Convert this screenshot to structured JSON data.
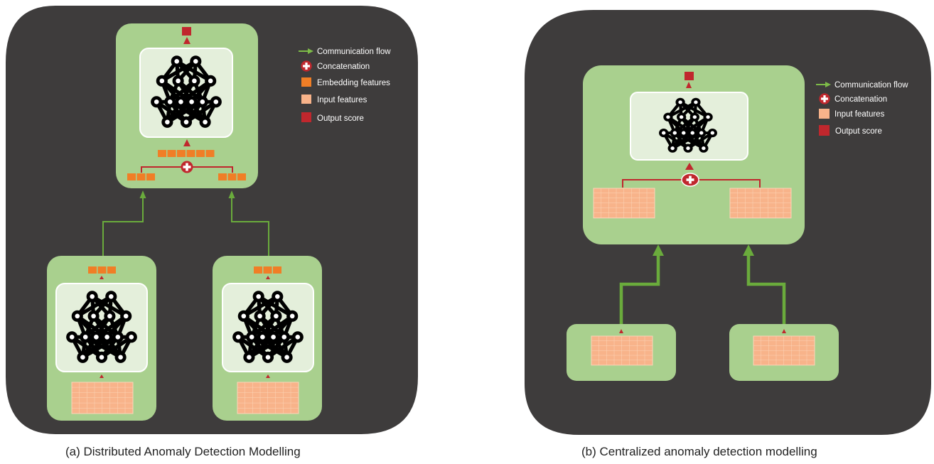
{
  "panel_a": {
    "caption": "(a)  Distributed Anomaly Detection Modelling",
    "legend": [
      {
        "key": "communication",
        "label": "Communication flow",
        "color": "#7dbb48"
      },
      {
        "key": "concatenation",
        "label": "Concatenation",
        "color": "#c0272d"
      },
      {
        "key": "embedding",
        "label": "Embedding features",
        "color": "#f07e26"
      },
      {
        "key": "input",
        "label": "Input features",
        "color": "#f8b38a"
      },
      {
        "key": "output",
        "label": "Output score",
        "color": "#c0272d"
      }
    ]
  },
  "panel_b": {
    "caption": "(b)  Centralized anomaly detection modelling",
    "legend": [
      {
        "key": "communication",
        "label": "Communication flow",
        "color": "#7dbb48"
      },
      {
        "key": "concatenation",
        "label": "Concatenation",
        "color": "#c0272d"
      },
      {
        "key": "input",
        "label": "Input features",
        "color": "#f8b38a"
      },
      {
        "key": "output",
        "label": "Output score",
        "color": "#c0272d"
      }
    ]
  },
  "colors": {
    "background": "#3e3c3c",
    "node_box": "#a9d08e",
    "nn_panel": "#e4efdb",
    "arrow": "#6aab3c",
    "concat_line": "#c0272d"
  }
}
